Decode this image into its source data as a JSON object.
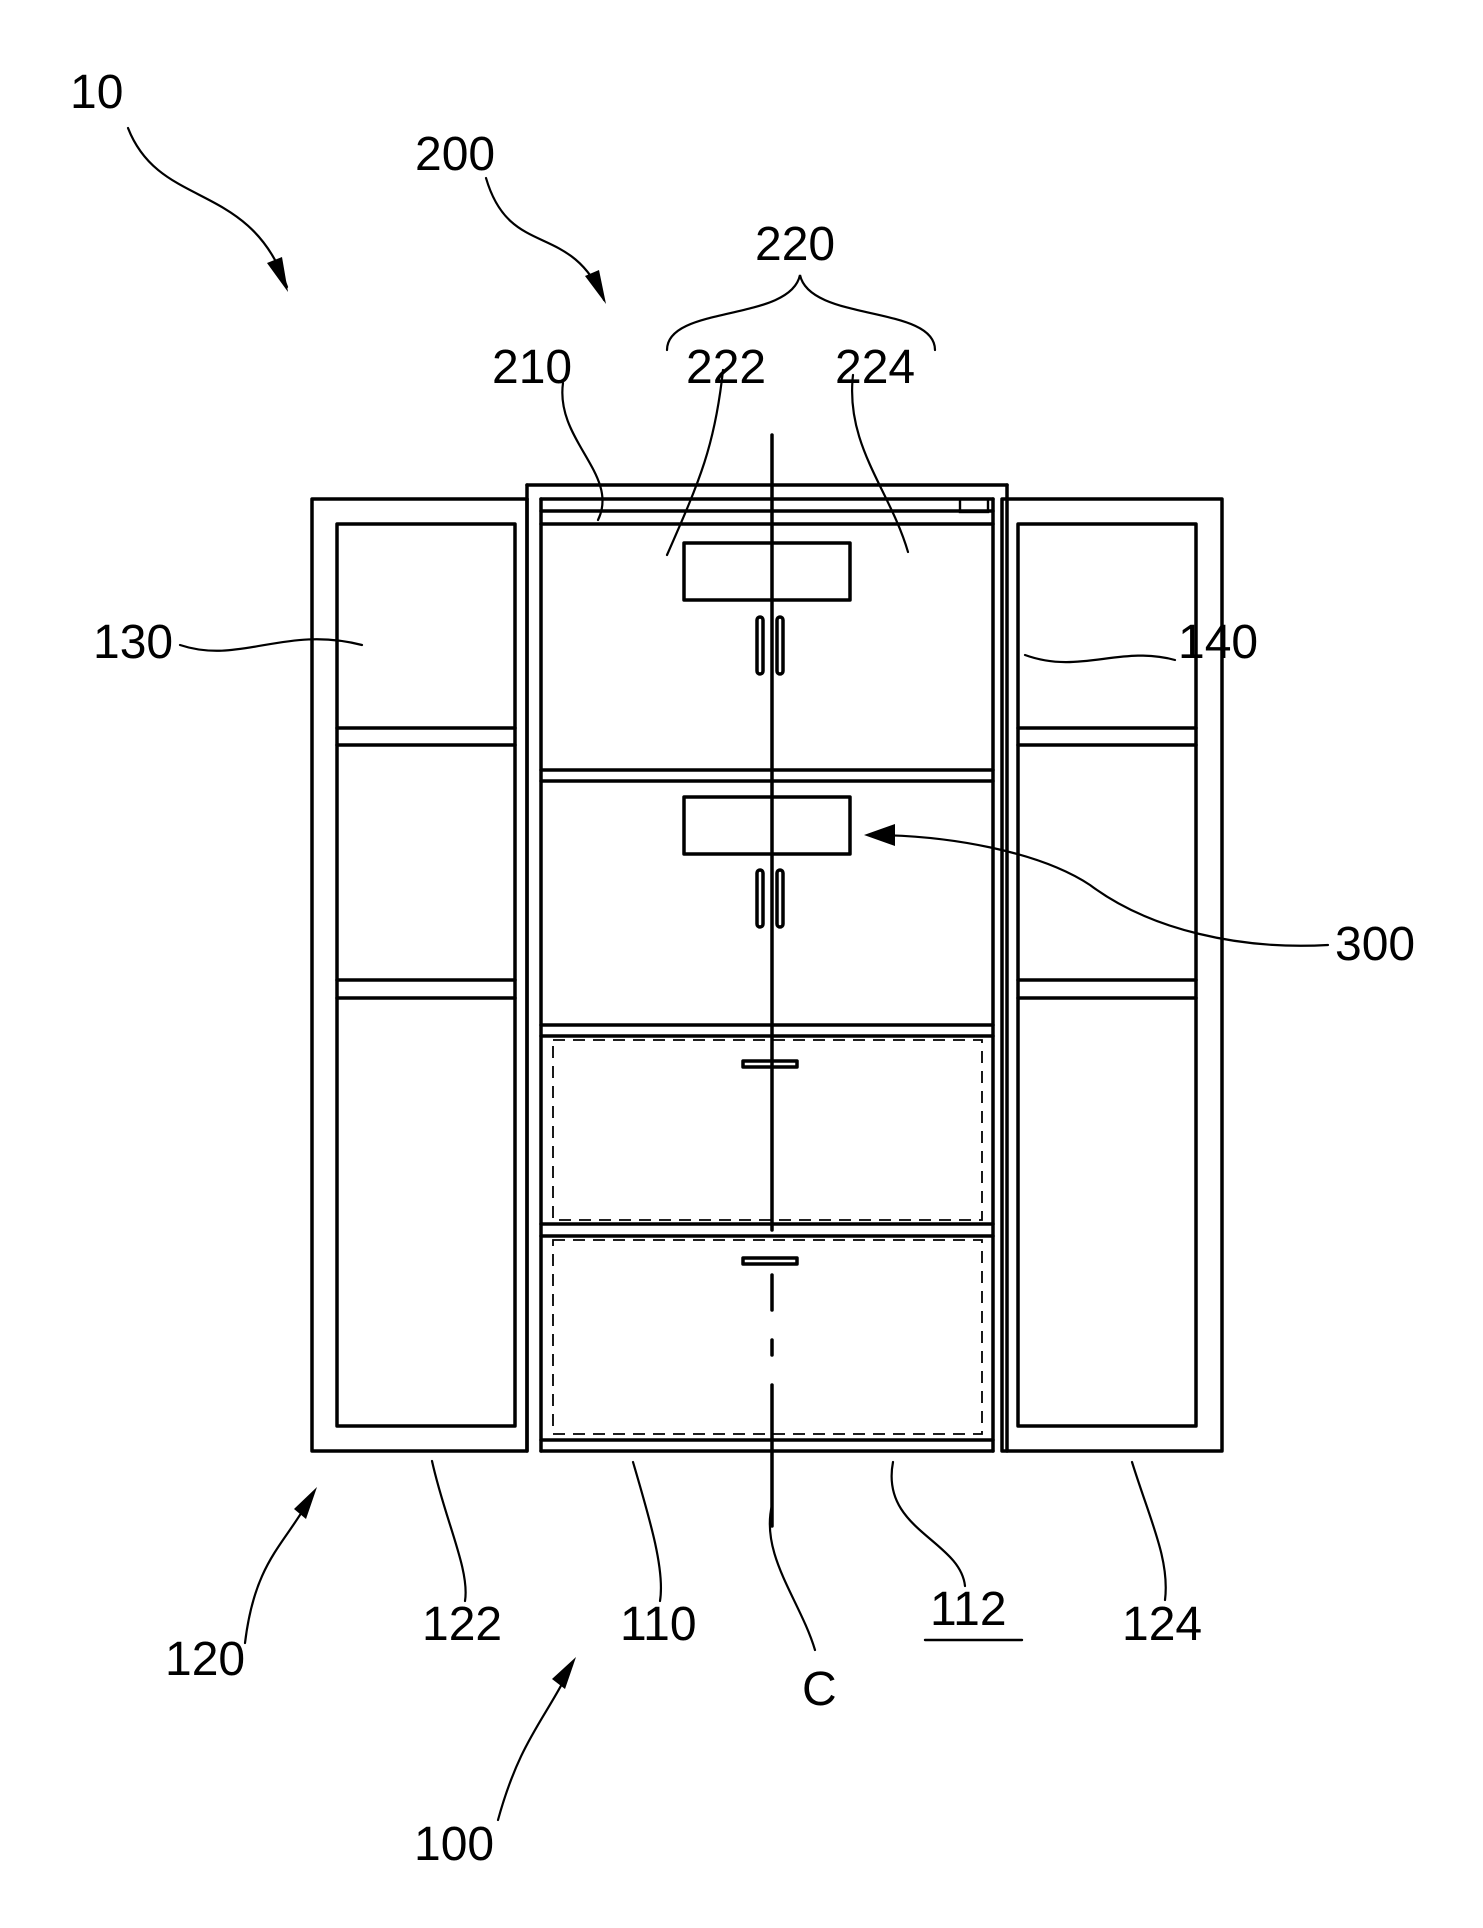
{
  "labels": {
    "l10": "10",
    "l200": "200",
    "l220": "220",
    "l210": "210",
    "l222": "222",
    "l224": "224",
    "l130": "130",
    "l140": "140",
    "l300": "300",
    "l120": "120",
    "l122": "122",
    "l110": "110",
    "lC": "C",
    "l112": "112",
    "l124": "124",
    "l100": "100"
  }
}
